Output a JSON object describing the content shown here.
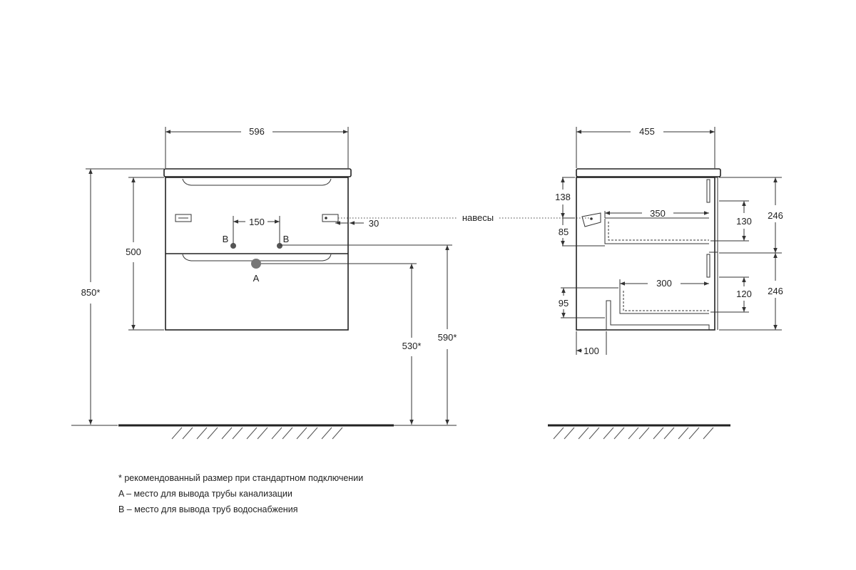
{
  "front_view": {
    "width": "596",
    "total_height": "850*",
    "body_height": "500",
    "pipe_spacing": "150",
    "hinge_offset": "30",
    "drain_height": "530*",
    "supply_height": "590*",
    "label_b_left": "B",
    "label_b_right": "B",
    "label_a": "A"
  },
  "side_view": {
    "depth": "455",
    "top_offset": "138",
    "hinge_label": "навесы",
    "upper_drawer_depth": "350",
    "upper_drawer_height": "130",
    "upper_section": "246",
    "offset_85": "85",
    "lower_drawer_depth": "300",
    "lower_drawer_height": "120",
    "lower_section": "246",
    "offset_95": "95",
    "offset_100": "100"
  },
  "notes": {
    "asterisk": "* рекомендованный размер при стандартном подключении",
    "a": "A – место для вывода трубы канализации",
    "b": "B – место для вывода труб водоснабжения"
  }
}
